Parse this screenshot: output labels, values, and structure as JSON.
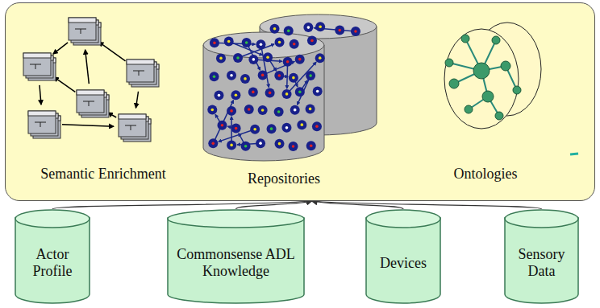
{
  "diagram": {
    "nodes": [
      {
        "text": [
          "Semantic Enrichment",
          "Repositories",
          "Ontologies"
        ]
      },
      {
        "text": [
          "Actor Profile"
        ]
      },
      {
        "text": [
          "Commonsense ADL Knowledge"
        ]
      },
      {
        "text": [
          "Devices"
        ]
      },
      {
        "text": [
          "Sensory Data"
        ]
      }
    ],
    "edges": [
      {
        "from": 1,
        "to": 0,
        "arrow": "to"
      },
      {
        "from": 2,
        "to": 0,
        "arrow": "to"
      },
      {
        "from": 3,
        "to": 0,
        "arrow": "to"
      },
      {
        "from": 4,
        "to": 0,
        "arrow": "to"
      }
    ]
  }
}
